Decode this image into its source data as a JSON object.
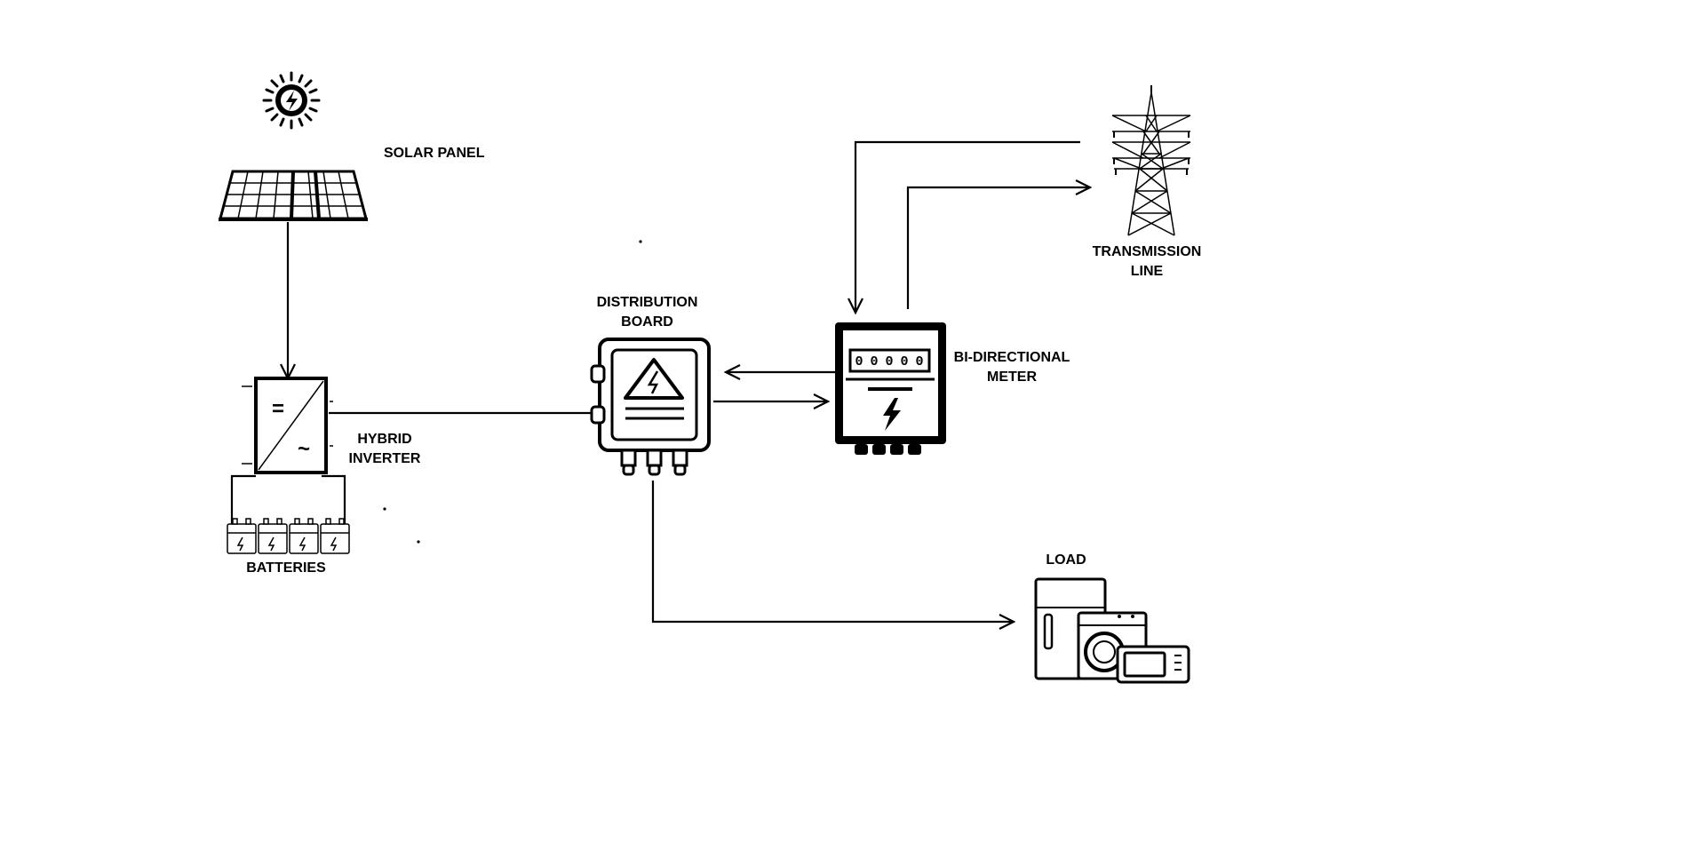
{
  "labels": {
    "solar_panel": "SOLAR PANEL",
    "hybrid_inverter_line1": "HYBRID",
    "hybrid_inverter_line2": "INVERTER",
    "batteries": "BATTERIES",
    "distribution_board_line1": "DISTRIBUTION",
    "distribution_board_line2": "BOARD",
    "bidirectional_meter_line1": "BI-DIRECTIONAL",
    "bidirectional_meter_line2": "METER",
    "transmission_line_line1": "TRANSMISSION",
    "transmission_line_line2": "LINE",
    "load": "LOAD"
  },
  "inverter_symbols": {
    "dc": "=",
    "ac": "~"
  },
  "meter_digits": [
    "0",
    "0",
    "0",
    "0",
    "0"
  ],
  "colors": {
    "ink": "#000000",
    "background": "#ffffff"
  }
}
